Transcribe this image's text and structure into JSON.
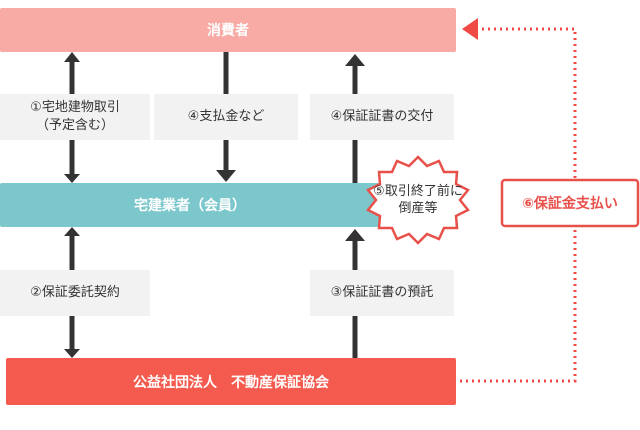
{
  "consumer": "消費者",
  "broker": "宅建業者（会員）",
  "association": "公益社団法人　不動産保証協会",
  "steps": {
    "s1_line1": "①宅地建物取引",
    "s1_line2": "（予定含む）",
    "s2": "②保証委託契約",
    "s3": "③保証証書の預託",
    "s4a": "④支払金など",
    "s4b": "④保証証書の交付",
    "s5_line1": "⑤取引終了前に",
    "s5_line2": "倒産等",
    "s6": "⑥保証金支払い"
  },
  "colors": {
    "consumer": "#f8aaa5",
    "broker": "#7cc7cc",
    "association": "#f55a4e",
    "arrow": "#333333",
    "dotted": "#f04a45"
  }
}
